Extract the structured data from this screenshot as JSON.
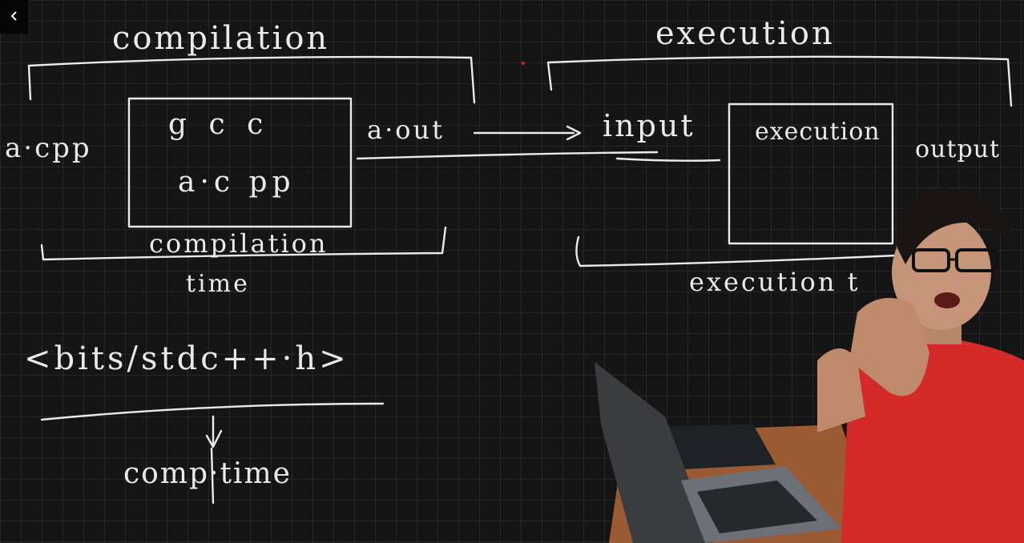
{
  "toolbar": {
    "back_icon": "chevron-left-icon"
  },
  "whiteboard": {
    "compilation_header": "compilation",
    "execution_header": "execution",
    "source_file": "a·cpp",
    "compiler_line1": "g c c",
    "compiler_line2": "a·c pp",
    "output_file": "a·out",
    "input_label": "input",
    "execution_box_label": "execution",
    "output_label": "output",
    "compilation_time_line1": "compilation",
    "compilation_time_line2": "time",
    "execution_time_label": "execution t",
    "header_include": "<bits/stdc++·h>",
    "comp_time_label": "comp·time"
  },
  "colors": {
    "ink": "#eaeaea",
    "board": "#151515",
    "grid": "#262626",
    "pointer_dot": "#e01b1b"
  }
}
